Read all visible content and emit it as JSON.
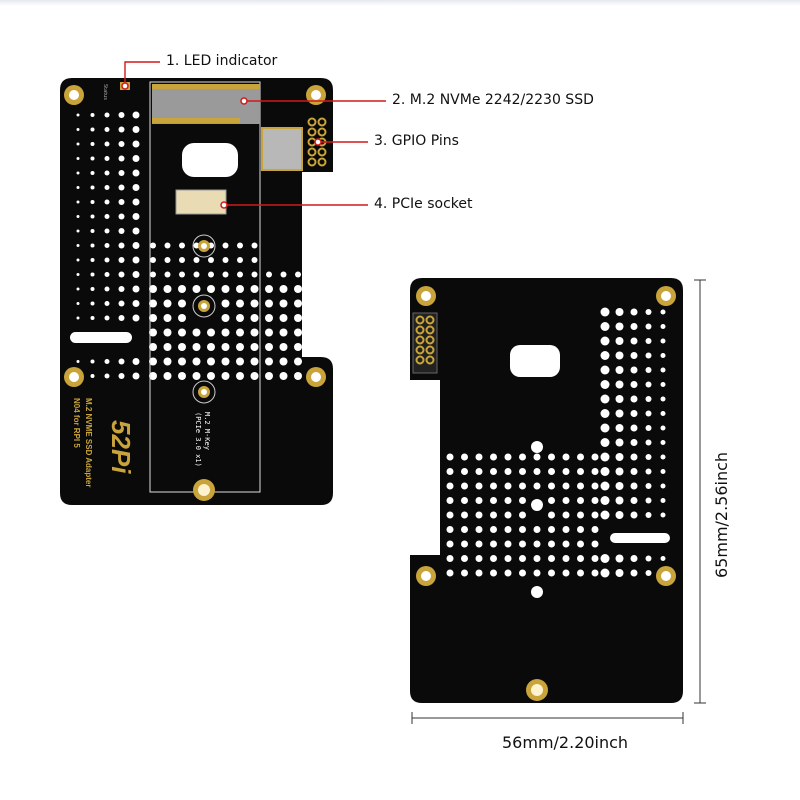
{
  "callouts": [
    {
      "label": "1. LED indicator"
    },
    {
      "label": "2. M.2 NVMe 2242/2230 SSD"
    },
    {
      "label": "3. GPIO Pins"
    },
    {
      "label": "4. PCIe socket"
    }
  ],
  "board": {
    "brand": "52Pi",
    "product_line1": "M.2 NVME SSD Adapter",
    "product_line2": "N04 for RPI 5",
    "slot_text1": "M.2 M-Key",
    "slot_text2": "(PCIe 3.0 x1)",
    "led_text": "Status"
  },
  "dimensions": {
    "width": "56mm/2.20inch",
    "height": "65mm/2.56inch"
  },
  "colors": {
    "pcb": "#0a0a0a",
    "gold": "#c9a43a",
    "callout": "#d11a1a"
  }
}
